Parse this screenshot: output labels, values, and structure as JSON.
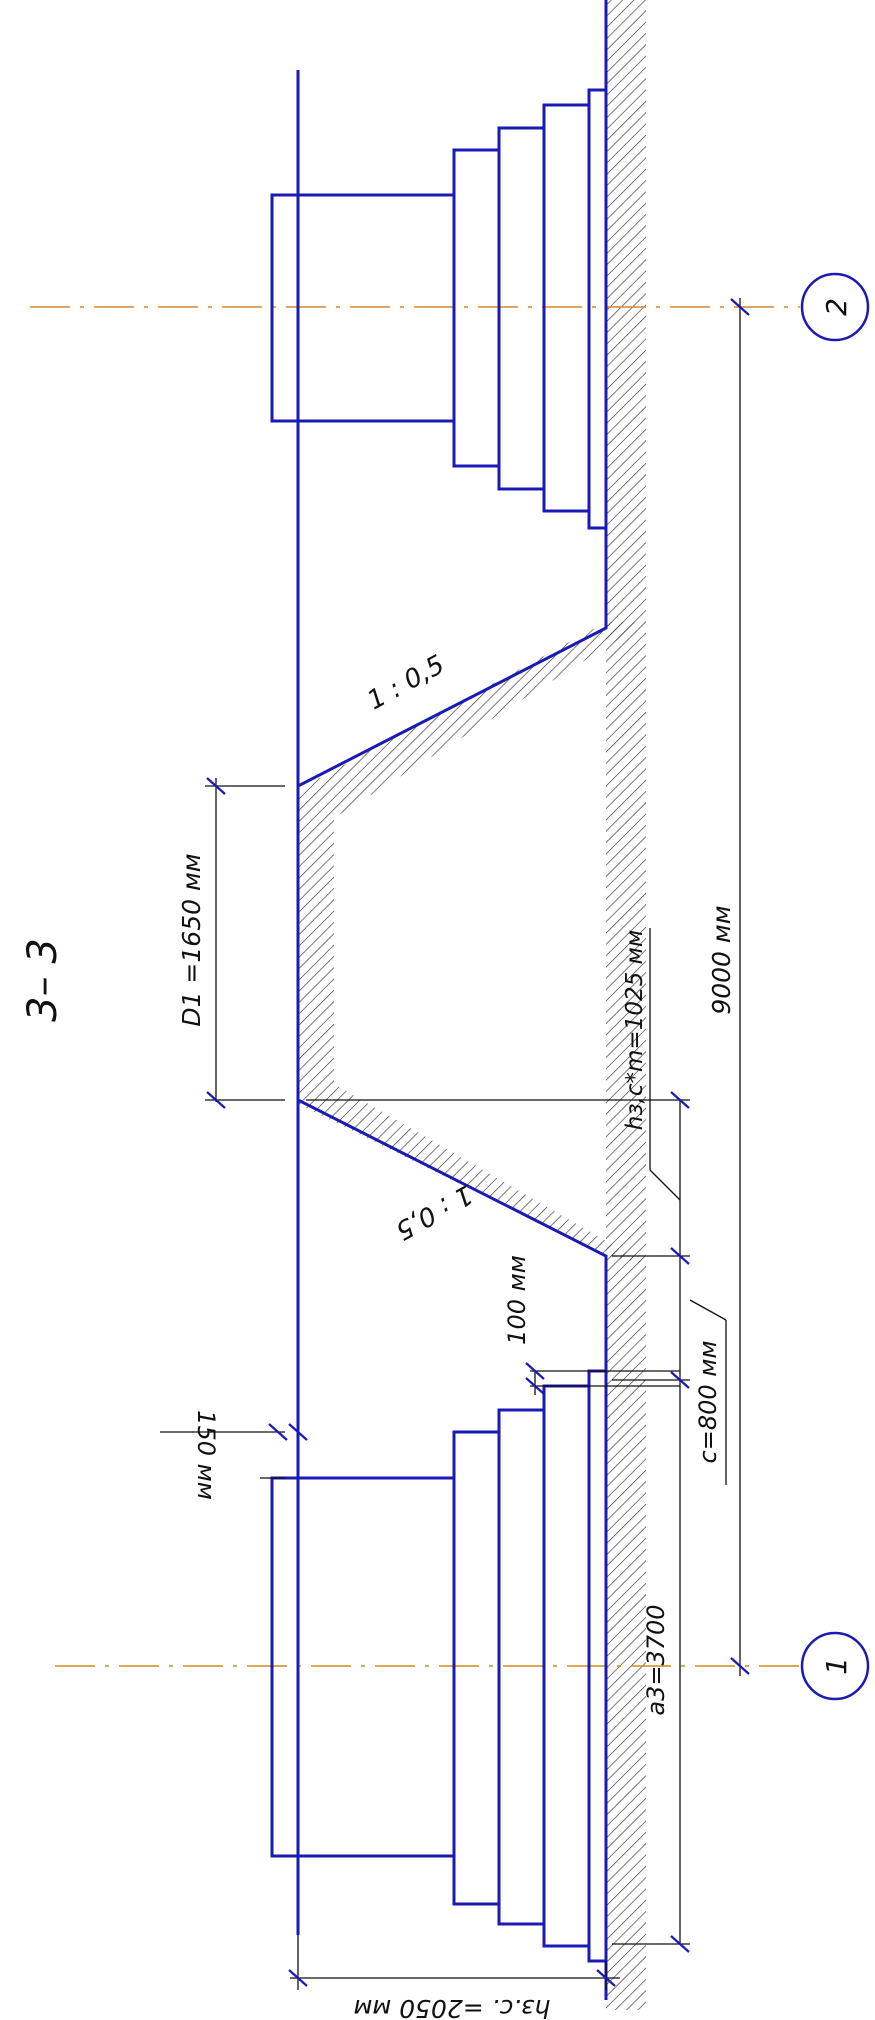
{
  "section_title": "3– 3",
  "labels": {
    "slope_top": "1 : 0,5",
    "slope_bottom": "1 : 0,5",
    "d1": "D1 =1650 мм",
    "hzc_m": "hз,с*m=1025 мм",
    "dim_9000": "9000 мм",
    "dim_100": "100 мм",
    "dim_150": "150 мм",
    "dim_c": "c=800 мм",
    "dim_a3": "a3=3700",
    "dim_hzc": "hз.с. =2050 мм"
  },
  "axes": [
    {
      "label": "2"
    },
    {
      "label": "1"
    }
  ],
  "colors": {
    "outline": "#1a1ab4",
    "axis": "#d08a20",
    "text": "#111111",
    "hatch": "#333333"
  }
}
